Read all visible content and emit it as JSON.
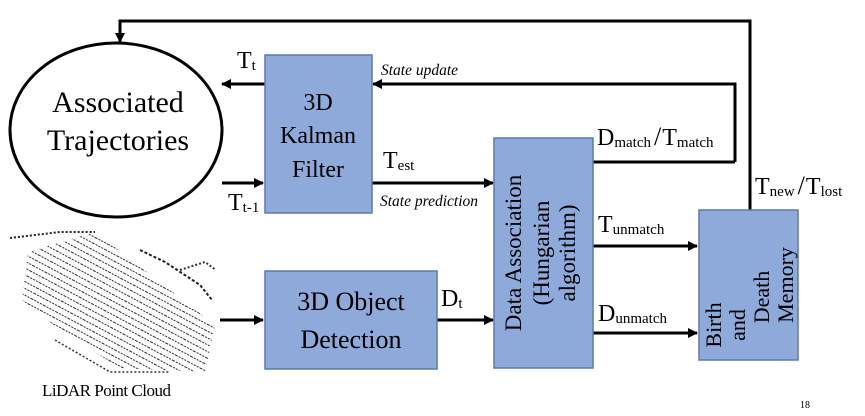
{
  "colors": {
    "box_fill": "#8eaadb",
    "box_stroke": "#5b79b4",
    "line": "#000000"
  },
  "trajectories": {
    "line1": "Associated",
    "line2": "Trajectories"
  },
  "kalman": {
    "line1": "3D",
    "line2": "Kalman",
    "line3": "Filter"
  },
  "detection": {
    "line1": "3D Object",
    "line2": "Detection"
  },
  "association": {
    "line1": "Data Association",
    "line2": "(Hungarian",
    "line3": "algorithm)"
  },
  "birth": {
    "line1": "Birth",
    "line2": "and",
    "line3": "Death",
    "line4": "Memory"
  },
  "labels": {
    "t_t": {
      "main": "T",
      "sub": "t"
    },
    "t_t1": {
      "main": "T",
      "sub": "t-1"
    },
    "t_est": {
      "main": "T",
      "sub": "est"
    },
    "d_t": {
      "main": "D",
      "sub": "t"
    },
    "d_match": {
      "main": "D",
      "sub": "match"
    },
    "slash1": "/",
    "t_match": {
      "main": "T",
      "sub": "match"
    },
    "t_unmatch": {
      "main": "T",
      "sub": "unmatch"
    },
    "d_unmatch": {
      "main": "D",
      "sub": "unmatch"
    },
    "t_new": {
      "main": "T",
      "sub": "new"
    },
    "slash2": "/",
    "t_lost": {
      "main": "T",
      "sub": "lost"
    },
    "state_update": "State update",
    "state_prediction": "State prediction",
    "lidar": "LiDAR Point Cloud",
    "page_number": "18"
  }
}
